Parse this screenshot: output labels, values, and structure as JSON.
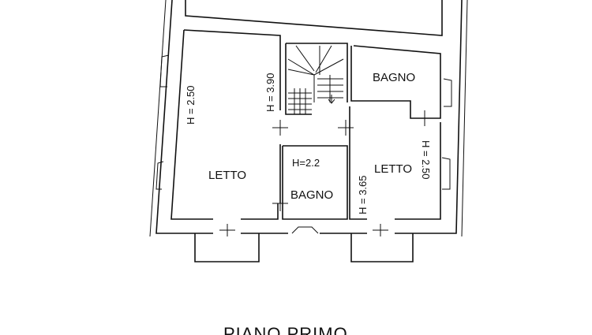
{
  "plan": {
    "title": "PIANO PRIMO",
    "rooms": {
      "letto_left": "LETTO",
      "letto_right": "LETTO",
      "bagno_top": "BAGNO",
      "bagno_center": "BAGNO"
    },
    "heights": {
      "letto_left": "H = 2.50",
      "stair_hall": "H = 3.90",
      "bagno_center": "H=2.2",
      "letto_right_inner": "H = 3.65",
      "letto_right_wall": "H = 2.50"
    }
  }
}
